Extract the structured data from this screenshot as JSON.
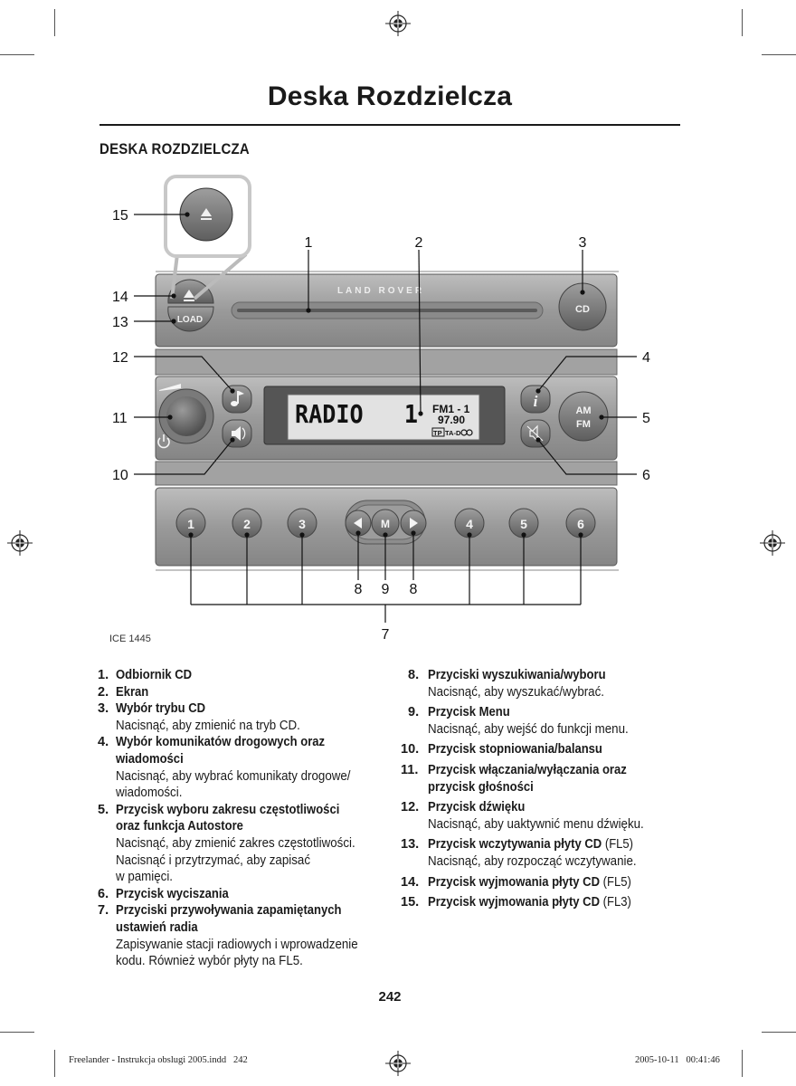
{
  "page": {
    "title": "Deska Rozdzielcza",
    "section_heading": "DESKA ROZDZIELCZA",
    "page_number": "242",
    "footer_left": "Freelander - Instrukcja obslugi 2005.indd   242",
    "footer_right": "2005-10-11   00:41:46"
  },
  "figure": {
    "code": "ICE 1445",
    "brand": "LAND  ROVER",
    "load_label": "LOAD",
    "cd_label": "CD",
    "am_label": "AM",
    "fm_label": "FM",
    "display_main": "RADIO   1",
    "display_band": "FM1 - 1",
    "display_freq": "97.90",
    "display_tp": "TP",
    "display_ta": "TA-D",
    "menu_label": "M",
    "preset_labels": [
      "1",
      "2",
      "3",
      "4",
      "5",
      "6"
    ],
    "callouts": {
      "c1": "1",
      "c2": "2",
      "c3": "3",
      "c4": "4",
      "c5": "5",
      "c6": "6",
      "c7": "7",
      "c8a": "8",
      "c9": "9",
      "c8b": "8",
      "c10": "10",
      "c11": "11",
      "c12": "12",
      "c13": "13",
      "c14": "14",
      "c15": "15"
    },
    "icons": [
      "eject-icon",
      "music-note-icon",
      "speaker-balance-icon",
      "info-icon",
      "mute-icon",
      "power-icon",
      "seek-left-icon",
      "seek-right-icon"
    ]
  },
  "legend_left": [
    {
      "num": "1.",
      "heading": [
        "Odbiornik CD"
      ],
      "desc": []
    },
    {
      "num": "2.",
      "heading": [
        "Ekran"
      ],
      "desc": []
    },
    {
      "num": "3.",
      "heading": [
        "Wybór trybu CD"
      ],
      "desc": [
        "Nacisnąć, aby zmienić na tryb CD."
      ]
    },
    {
      "num": "4.",
      "heading": [
        "Wybór komunikatów drogowych oraz",
        "wiadomości"
      ],
      "desc": [
        "Nacisnąć, aby wybrać komunikaty drogowe/",
        "wiadomości."
      ]
    },
    {
      "num": "5.",
      "heading": [
        "Przycisk wyboru zakresu częstotliwości",
        "oraz funkcja Autostore"
      ],
      "desc": [
        "Nacisnąć, aby zmienić zakres częstotliwości.",
        "Nacisnąć i przytrzymać, aby zapisać",
        "w pamięci."
      ]
    },
    {
      "num": "6.",
      "heading": [
        "Przycisk wyciszania"
      ],
      "desc": []
    },
    {
      "num": "7.",
      "heading": [
        "Przyciski przywoływania zapamiętanych",
        "ustawień radia"
      ],
      "desc": [
        "Zapisywanie stacji radiowych i wprowadzenie",
        "kodu. Również wybór płyty na FL5."
      ]
    }
  ],
  "legend_right": [
    {
      "num": "8.",
      "heading": [
        "Przyciski wyszukiwania/wyboru"
      ],
      "suffix": "",
      "desc": [
        "Nacisnąć, aby wyszukać/wybrać."
      ]
    },
    {
      "num": "9.",
      "heading": [
        "Przycisk Menu"
      ],
      "suffix": "",
      "desc": [
        "Nacisnąć, aby wejść do funkcji menu."
      ]
    },
    {
      "num": "10.",
      "heading": [
        "Przycisk stopniowania/balansu"
      ],
      "suffix": "",
      "desc": []
    },
    {
      "num": "11.",
      "heading": [
        "Przycisk włączania/wyłączania oraz",
        "przycisk głośności"
      ],
      "suffix": "",
      "desc": []
    },
    {
      "num": "12.",
      "heading": [
        "Przycisk dźwięku"
      ],
      "suffix": "",
      "desc": [
        "Nacisnąć, aby uaktywnić menu dźwięku."
      ]
    },
    {
      "num": "13.",
      "heading": [
        "Przycisk wczytywania płyty CD"
      ],
      "suffix": "(FL5)",
      "desc": [
        "Nacisnąć, aby rozpocząć wczytywanie."
      ]
    },
    {
      "num": "14.",
      "heading": [
        "Przycisk wyjmowania płyty CD"
      ],
      "suffix": "(FL5)",
      "desc": []
    },
    {
      "num": "15.",
      "heading": [
        "Przycisk wyjmowania płyty CD"
      ],
      "suffix": "(FL3)",
      "desc": []
    }
  ]
}
